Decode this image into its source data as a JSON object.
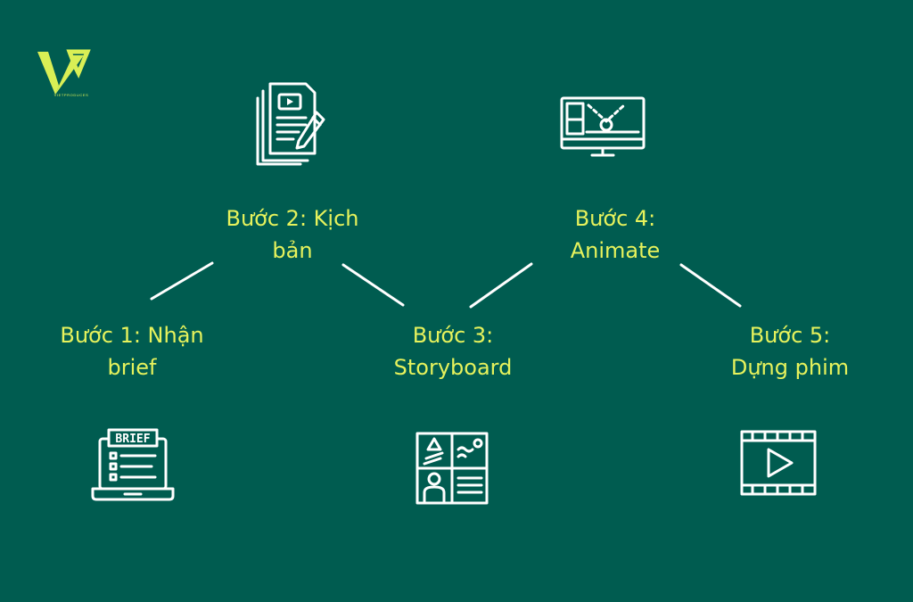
{
  "logo": {
    "caption": "VIETPRODUCES"
  },
  "steps": [
    {
      "id": 1,
      "line1": "Bước 1: Nhận",
      "line2": "brief",
      "icon": "brief-laptop-icon"
    },
    {
      "id": 2,
      "line1": "Bước 2: Kịch",
      "line2": "bản",
      "icon": "script-document-icon"
    },
    {
      "id": 3,
      "line1": "Bước 3:",
      "line2": "Storyboard",
      "icon": "storyboard-icon"
    },
    {
      "id": 4,
      "line1": "Bước 4:",
      "line2": "Animate",
      "icon": "animation-monitor-icon"
    },
    {
      "id": 5,
      "line1": "Bước 5:",
      "line2": "Dựng phim",
      "icon": "film-play-icon"
    }
  ],
  "colors": {
    "background": "#005c50",
    "label": "#e6f25c",
    "icon_stroke": "#ffffff",
    "connector": "#ffffff",
    "logo": "#d9ef55"
  }
}
